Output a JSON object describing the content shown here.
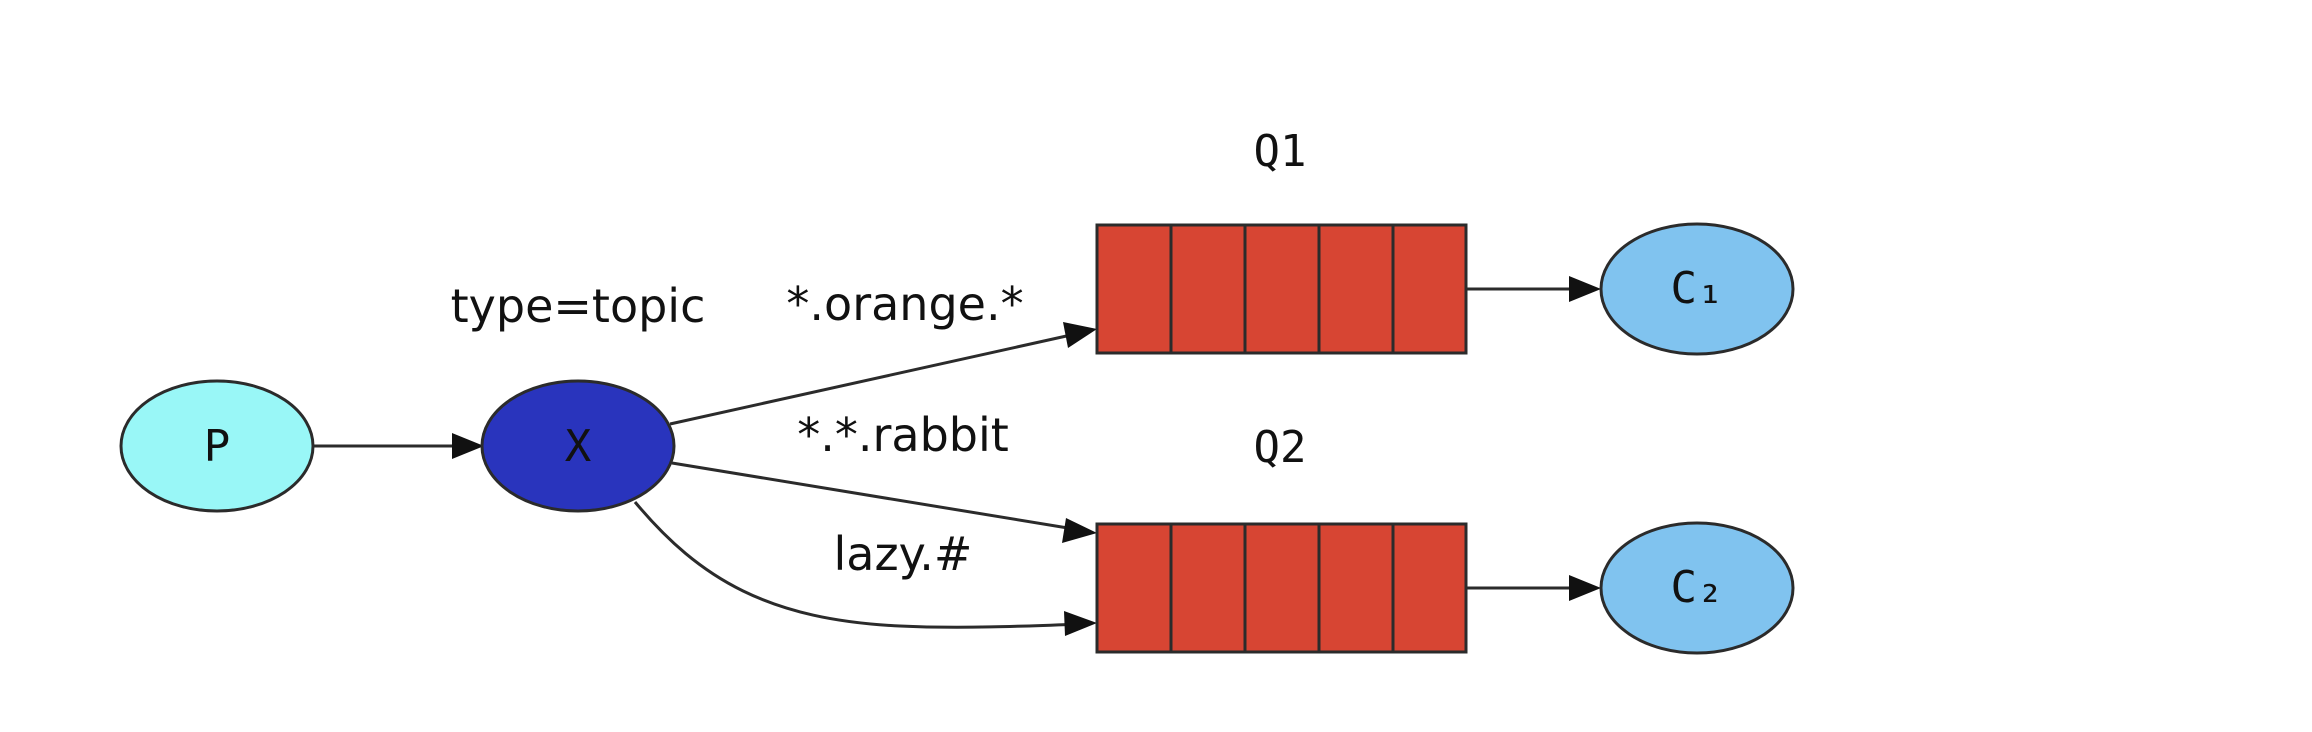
{
  "colors": {
    "producer": "#99f7f7",
    "exchange": "#2934bd",
    "queue": "#d74533",
    "consumer": "#80c3ef",
    "stroke": "#2b2b2b"
  },
  "nodes": {
    "producer": {
      "label": "P"
    },
    "exchange": {
      "label": "X",
      "type_label": "type=topic"
    },
    "queue1": {
      "label": "Q1"
    },
    "queue2": {
      "label": "Q2"
    },
    "consumer1": {
      "label": "C₁"
    },
    "consumer2": {
      "label": "C₂"
    }
  },
  "bindings": {
    "orange": "*.orange.*",
    "rabbit": "*.*.rabbit",
    "lazy": "lazy.#"
  }
}
